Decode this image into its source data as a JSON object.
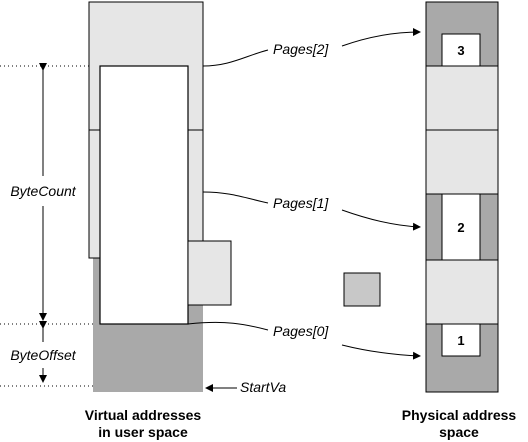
{
  "labels": {
    "byte_count": "ByteCount",
    "byte_offset": "ByteOffset",
    "start_va": "StartVa",
    "pages_2": "Pages[2]",
    "pages_1": "Pages[1]",
    "pages_0": "Pages[0]",
    "virtual_caption_line1": "Virtual addresses",
    "virtual_caption_line2": "in user space",
    "physical_caption_line1": "Physical address",
    "physical_caption_line2": "space"
  },
  "page_numbers": [
    "3",
    "2",
    "1"
  ],
  "colors": {
    "dark_gray": "#a9a9a9",
    "light_gray": "#e6e6e6",
    "mid_gray": "#c8c8c8",
    "white": "#ffffff",
    "stroke": "#000000"
  }
}
